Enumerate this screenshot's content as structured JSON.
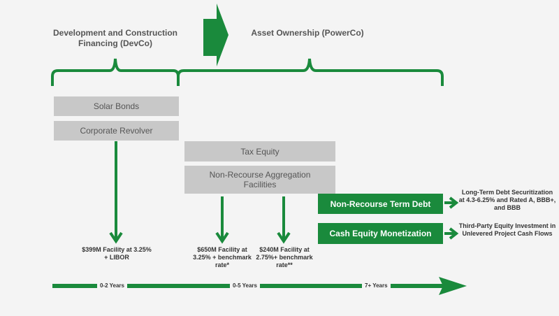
{
  "headers": {
    "devco": "Development and Construction Financing (DevCo)",
    "powerco": "Asset Ownership (PowerCo)"
  },
  "boxes": {
    "solar_bonds": "Solar Bonds",
    "corporate_revolver": "Corporate Revolver",
    "tax_equity": "Tax Equity",
    "non_recourse_aggregation": "Non-Recourse Aggregation Facilities",
    "non_recourse_term_debt": "Non-Recourse Term Debt",
    "cash_equity": "Cash Equity Monetization"
  },
  "notes": {
    "facility_399": "$399M Facility at 3.25% + LIBOR",
    "facility_650": "$650M Facility at 3.25% + benchmark rate*",
    "facility_240": "$240M Facility at 2.75%+ benchmark rate**",
    "long_term_debt": "Long-Term Debt Securitization at 4.3-6.25% and Rated A, BBB+, and BBB",
    "third_party": "Third-Party Equity Investment in Unlevered Project Cash Flows"
  },
  "timeline": {
    "t1": "0-2 Years",
    "t2": "0-5 Years",
    "t3": "7+ Years"
  },
  "colors": {
    "green": "#1a8a3c",
    "gray_box": "#c8c8c8",
    "background": "#f4f4f4"
  }
}
